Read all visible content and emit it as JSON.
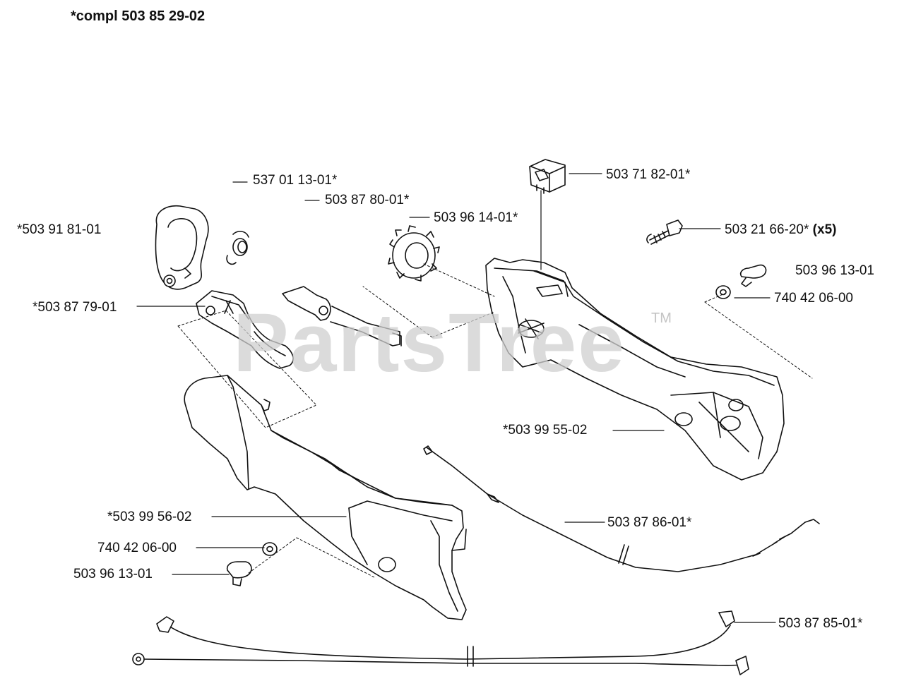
{
  "title": "*compl 503 85 29-02",
  "watermark": "PartsTree",
  "watermark_mark": "TM",
  "labels": {
    "p537011301": "537 01 13-01*",
    "p503878001": "503 87 80-01*",
    "p503961401": "503 96 14-01*",
    "p503718201": "503 71 82-01*",
    "p503216620": "503 21 66-20*",
    "x5": "(x5)",
    "p503918101": "*503 91 81-01",
    "p503961301_right": "503 96 13-01",
    "p740420600_right": "740 42 06-00",
    "p503877901": "*503 87 79-01",
    "p503995502": "*503 99 55-02",
    "p503878601": "503 87 86-01*",
    "p503995602": "*503 99 56-02",
    "p740420600_left": "740 42 06-00",
    "p503961301_left": "503 96 13-01",
    "p503878501": "503 87 85-01*"
  }
}
